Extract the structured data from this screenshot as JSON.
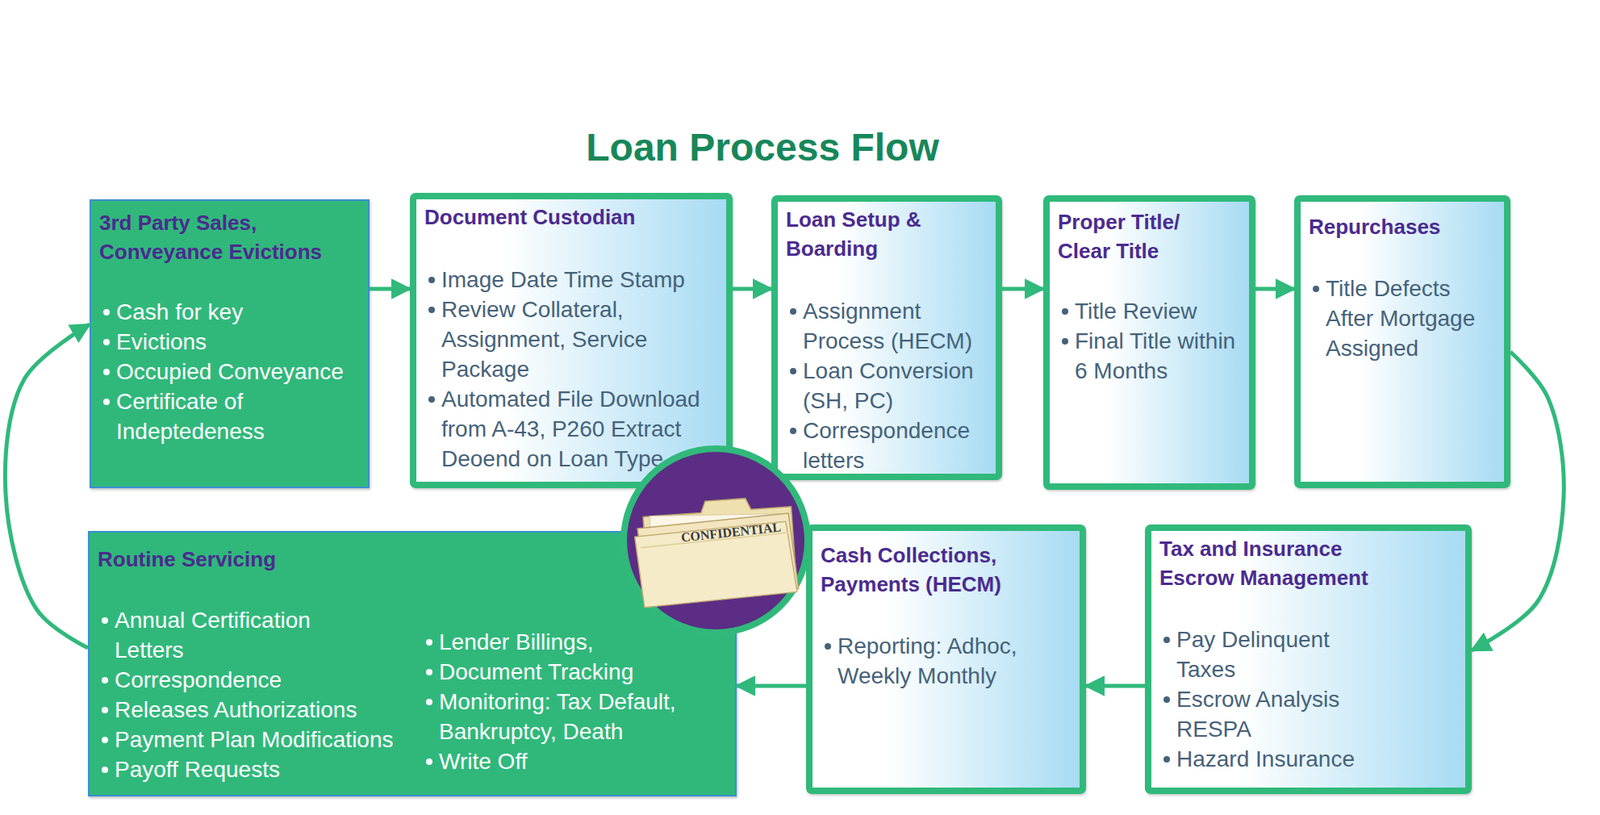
{
  "diagram": {
    "title": "Loan Process Flow",
    "nodes": [
      {
        "text": [
          "3rd Party Sales, Conveyance Evictions",
          "Cash for key",
          "Evictions",
          "Occupied Conveyance",
          "Certificate of Indeptedeness"
        ]
      },
      {
        "text": [
          "Document Custodian",
          "Image Date Time Stamp",
          "Review Collateral, Assignment, Service Package",
          "Automated File Download from A-43, P260 Extract Deoend on Loan Type"
        ]
      },
      {
        "text": [
          "Loan Setup & Boarding",
          "Assignment Process (HECM)",
          "Loan Conversion (SH, PC)",
          "Correspondence letters"
        ]
      },
      {
        "text": [
          "Proper Title/ Clear Title",
          "Title Review",
          "Final Title within 6 Months"
        ]
      },
      {
        "text": [
          "Repurchases",
          "Title Defects After Mortgage Assigned"
        ]
      },
      {
        "text": [
          "Routine Servicing",
          "Annual Certification Letters",
          "Correspondence",
          "Releases Authorizations",
          "Payment Plan Modifications",
          "Payoff Requests",
          "Lender Billings,",
          "Document Tracking",
          "Monitoring: Tax Default, Bankruptcy, Death",
          "Write Off"
        ]
      },
      {
        "text": [
          "Cash Collections, Payments (HECM)",
          "Reporting: Adhoc, Weekly Monthly"
        ]
      },
      {
        "text": [
          "Tax and Insurance Escrow Management",
          "Pay Delinquent Taxes",
          "Escrow Analysis RESPA",
          "Hazard Insurance"
        ]
      }
    ],
    "edges": [
      {
        "from": 0,
        "to": 1,
        "arrow": "to"
      },
      {
        "from": 1,
        "to": 2,
        "arrow": "to"
      },
      {
        "from": 2,
        "to": 3,
        "arrow": "to"
      },
      {
        "from": 3,
        "to": 4,
        "arrow": "to"
      },
      {
        "from": 4,
        "to": 7,
        "arrow": "to"
      },
      {
        "from": 7,
        "to": 6,
        "arrow": "to"
      },
      {
        "from": 6,
        "to": 5,
        "arrow": "to"
      },
      {
        "from": 5,
        "to": 0,
        "arrow": "to"
      }
    ],
    "labels": [
      "CONFIDENTIAL"
    ]
  }
}
